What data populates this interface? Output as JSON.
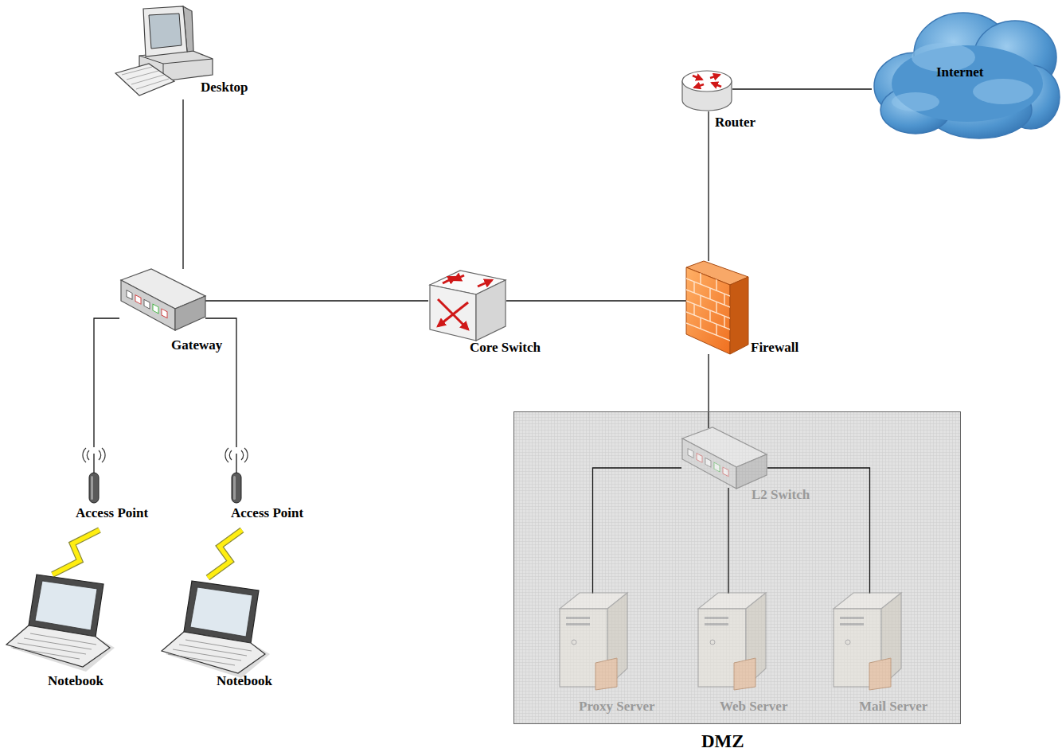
{
  "diagram": {
    "nodes": [
      {
        "text": [
          "Desktop"
        ]
      },
      {
        "text": [
          "Router"
        ]
      },
      {
        "text": [
          "Internet"
        ]
      },
      {
        "text": [
          "Gateway"
        ]
      },
      {
        "text": [
          "Core Switch"
        ]
      },
      {
        "text": [
          "Firewall"
        ]
      },
      {
        "text": [
          "DMZ"
        ]
      },
      {
        "text": [
          "L2 Switch"
        ],
        "in": 6
      },
      {
        "text": [
          "Access Point"
        ]
      },
      {
        "text": [
          "Access Point"
        ]
      },
      {
        "text": [
          "Proxy Server"
        ],
        "in": 6
      },
      {
        "text": [
          "Web Server"
        ],
        "in": 6
      },
      {
        "text": [
          "Mail Server"
        ],
        "in": 6
      },
      {
        "text": [
          "Notebook"
        ]
      },
      {
        "text": [
          "Notebook"
        ]
      }
    ],
    "edges": [
      {
        "from": 0,
        "to": 3,
        "arrow": "none"
      },
      {
        "from": 3,
        "to": 8,
        "arrow": "none"
      },
      {
        "from": 3,
        "to": 9,
        "arrow": "none"
      },
      {
        "from": 8,
        "to": 13,
        "arrow": "none"
      },
      {
        "from": 9,
        "to": 14,
        "arrow": "none"
      },
      {
        "from": 3,
        "to": 4,
        "arrow": "none"
      },
      {
        "from": 4,
        "to": 5,
        "arrow": "none"
      },
      {
        "from": 5,
        "to": 1,
        "arrow": "none"
      },
      {
        "from": 1,
        "to": 2,
        "arrow": "none"
      },
      {
        "from": 5,
        "to": 7,
        "arrow": "none"
      },
      {
        "from": 7,
        "to": 10,
        "arrow": "none"
      },
      {
        "from": 7,
        "to": 11,
        "arrow": "none"
      },
      {
        "from": 7,
        "to": 12,
        "arrow": "none"
      }
    ]
  }
}
